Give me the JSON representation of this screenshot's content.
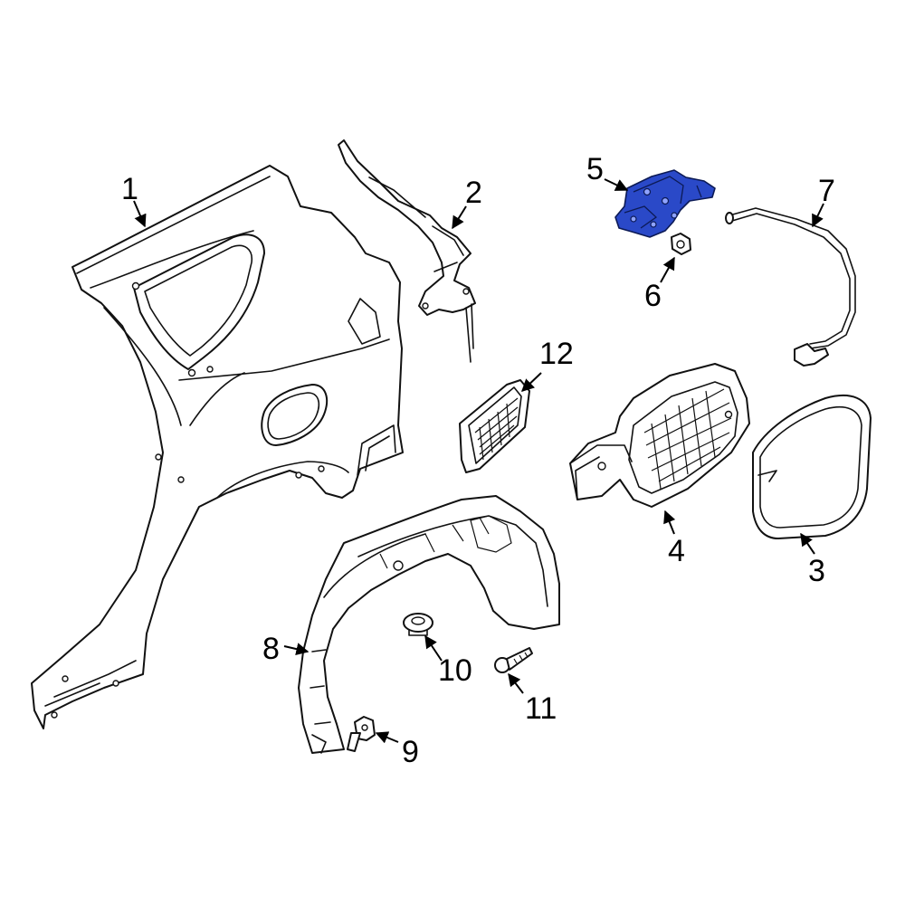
{
  "diagram": {
    "highlight_color": "#2a49c8",
    "highlighted_part": "5",
    "callouts": [
      {
        "id": "c1",
        "label": "1"
      },
      {
        "id": "c2",
        "label": "2"
      },
      {
        "id": "c3",
        "label": "3"
      },
      {
        "id": "c4",
        "label": "4"
      },
      {
        "id": "c5",
        "label": "5"
      },
      {
        "id": "c6",
        "label": "6"
      },
      {
        "id": "c7",
        "label": "7"
      },
      {
        "id": "c8",
        "label": "8"
      },
      {
        "id": "c9",
        "label": "9"
      },
      {
        "id": "c10",
        "label": "10"
      },
      {
        "id": "c11",
        "label": "11"
      },
      {
        "id": "c12",
        "label": "12"
      }
    ]
  }
}
